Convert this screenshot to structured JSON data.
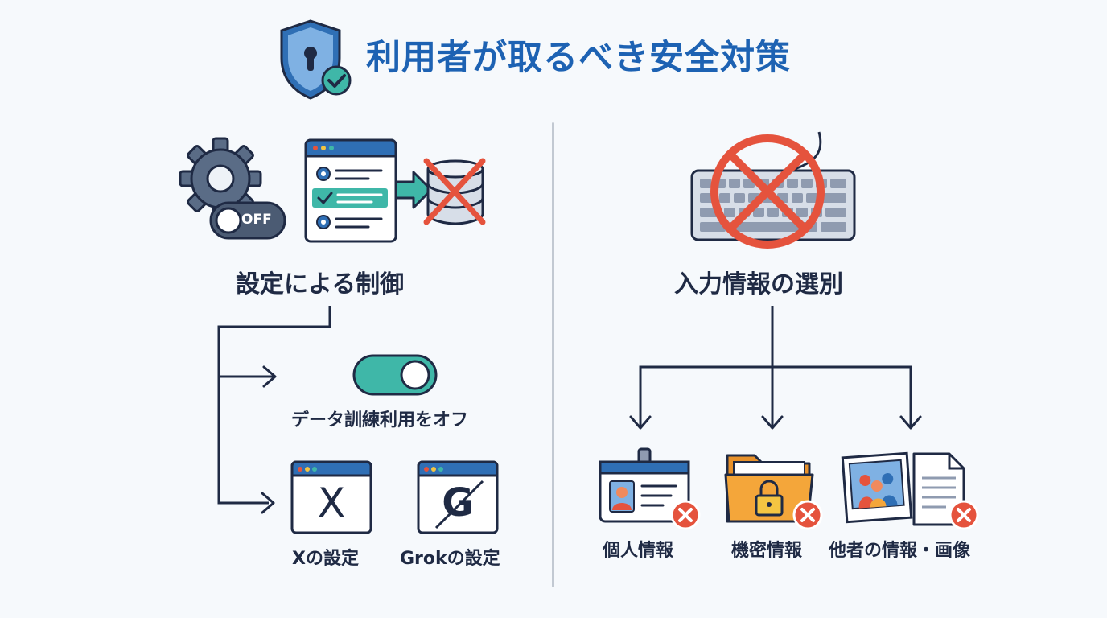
{
  "title": "利用者が取るべき安全対策",
  "left_section": {
    "heading": "設定による制御",
    "toggle_badge": "OFF",
    "option_label": "データ訓練利用をオフ",
    "settings": [
      {
        "glyph": "X",
        "label": "Xの設定"
      },
      {
        "glyph": "G",
        "label": "Grokの設定"
      }
    ]
  },
  "right_section": {
    "heading": "入力情報の選別",
    "items": [
      {
        "label": "個人情報"
      },
      {
        "label": "機密情報"
      },
      {
        "label": "他者の情報・画像"
      }
    ]
  },
  "colors": {
    "title": "#1d62b3",
    "text": "#1f2a44",
    "teal": "#3fb7a8",
    "prohibit_red": "#e5533d",
    "window_blue": "#2f6fb5",
    "folder_orange": "#f4a63a"
  }
}
